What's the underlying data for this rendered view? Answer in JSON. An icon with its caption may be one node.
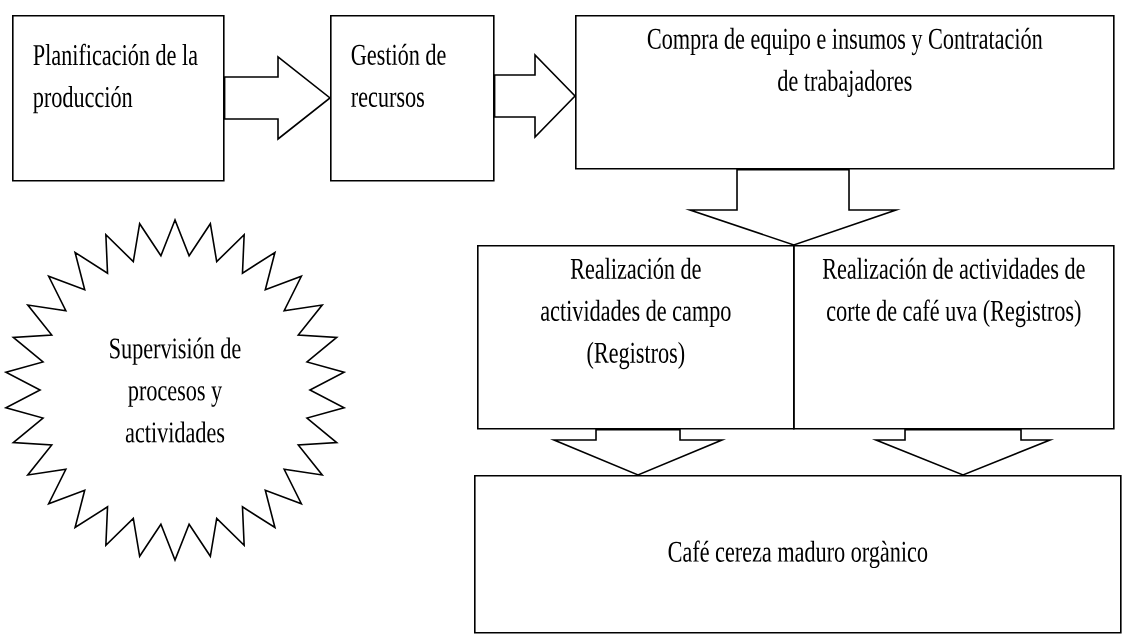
{
  "diagram": {
    "nodes": [
      {
        "text": [
          "Planificación de la producción"
        ]
      },
      {
        "text": [
          "Gestión de recursos"
        ]
      },
      {
        "text": [
          "Compra de equipo e insumos y Contratación de trabajadores"
        ]
      },
      {
        "text": [
          "Realización de actividades de campo (Registros)"
        ]
      },
      {
        "text": [
          "Realización de actividades de corte de café uva (Registros)"
        ]
      },
      {
        "text": [
          "Café cereza maduro orgànico"
        ]
      },
      {
        "text": [
          "Supervisión de procesos y actividades"
        ]
      }
    ],
    "edges": [
      {
        "from": 0,
        "to": 1,
        "arrow": "to"
      },
      {
        "from": 1,
        "to": 2,
        "arrow": "to"
      },
      {
        "from": 2,
        "to": 3,
        "arrow": "to"
      },
      {
        "from": 2,
        "to": 4,
        "arrow": "to"
      },
      {
        "from": 3,
        "to": 5,
        "arrow": "to"
      },
      {
        "from": 4,
        "to": 5,
        "arrow": "to"
      }
    ]
  }
}
